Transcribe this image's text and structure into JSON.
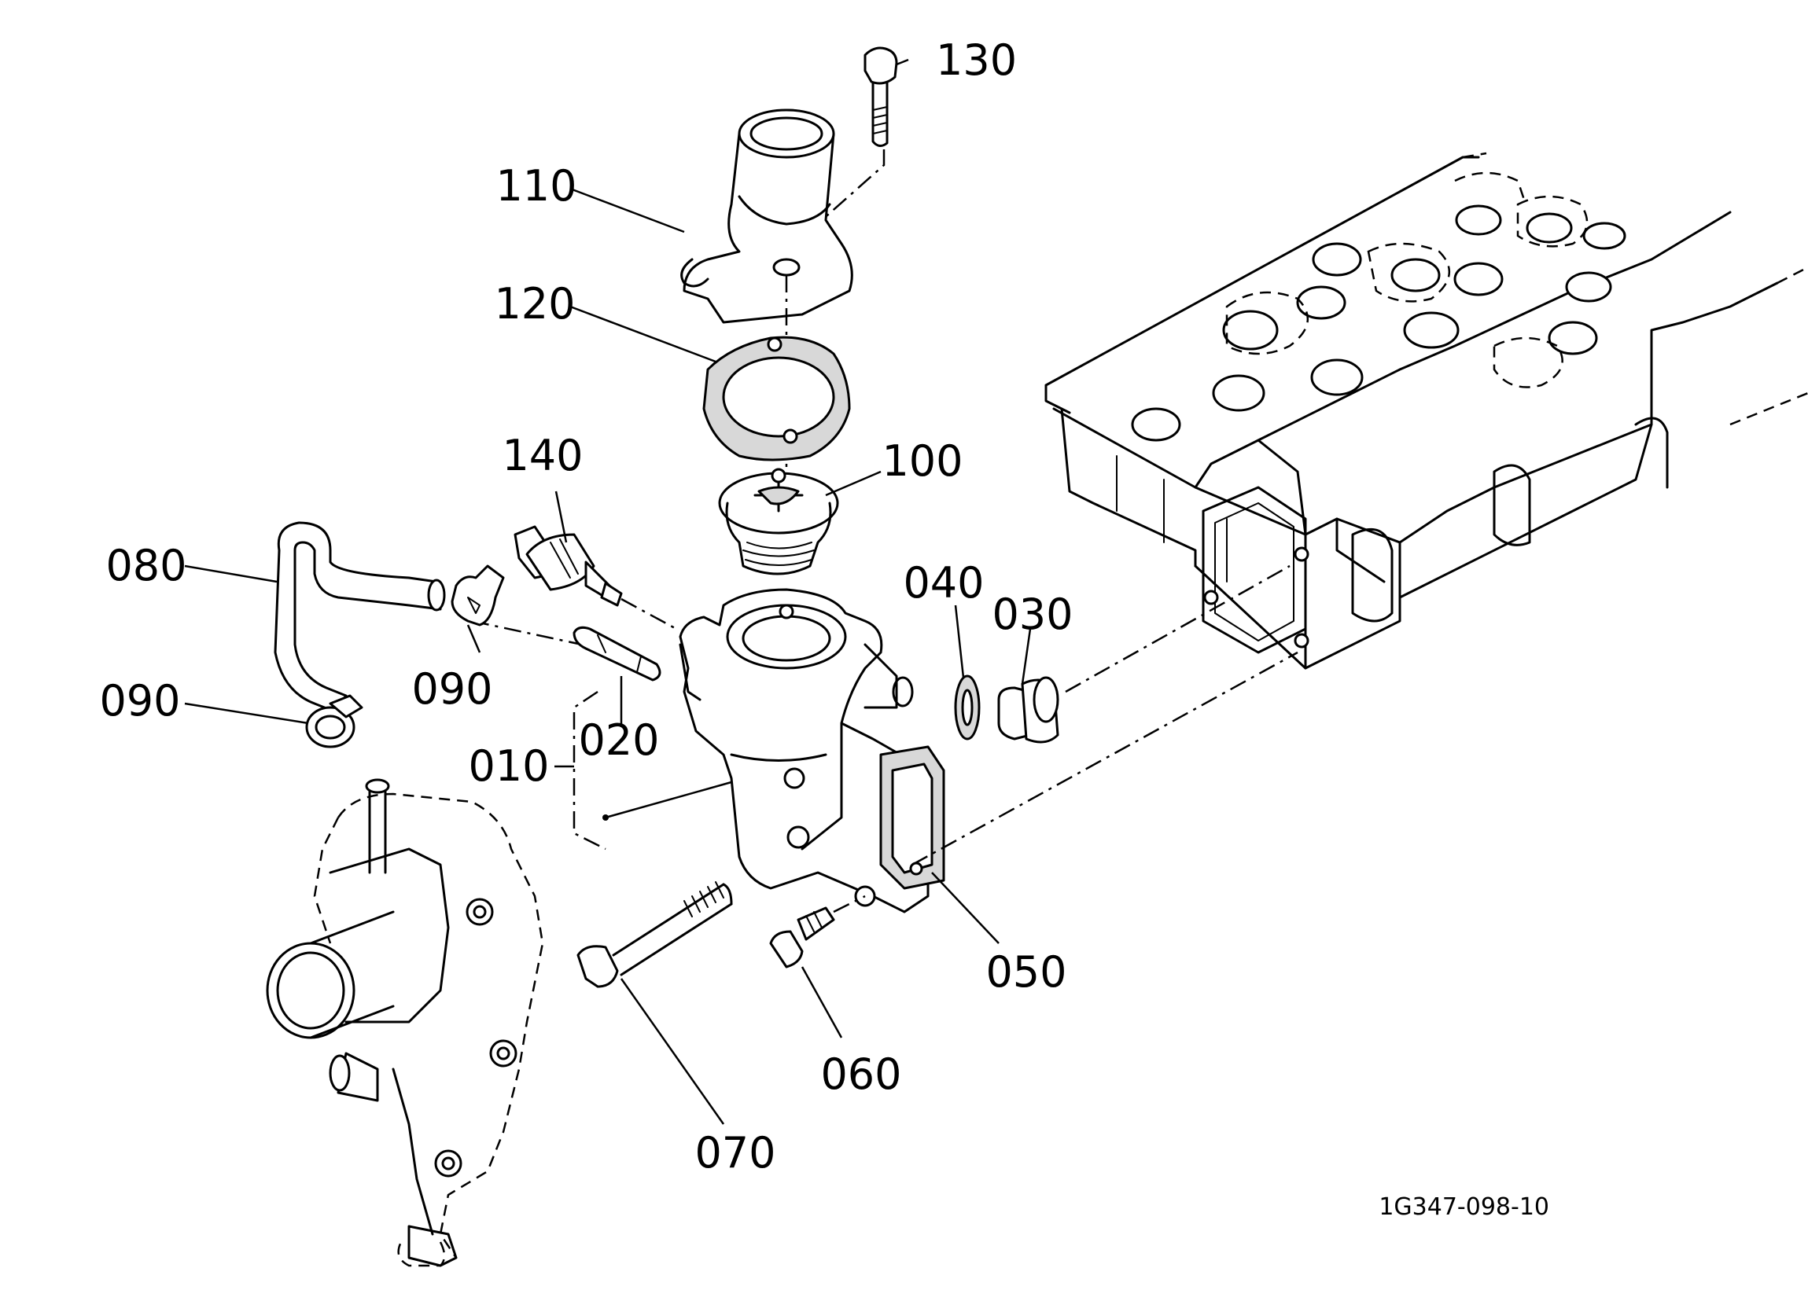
{
  "diagram": {
    "drawing_number": "1G347-098-10",
    "parts": [
      {
        "id": "p130",
        "label": "130",
        "icon": "bolt-icon"
      },
      {
        "id": "p110",
        "label": "110",
        "icon": "water-flange-icon"
      },
      {
        "id": "p120",
        "label": "120",
        "icon": "gasket-icon"
      },
      {
        "id": "p140",
        "label": "140",
        "icon": "temperature-sensor-icon"
      },
      {
        "id": "p100",
        "label": "100",
        "icon": "thermostat-icon"
      },
      {
        "id": "p080",
        "label": "080",
        "icon": "hose-icon"
      },
      {
        "id": "p040",
        "label": "040",
        "icon": "washer-icon"
      },
      {
        "id": "p030",
        "label": "030",
        "icon": "plug-icon"
      },
      {
        "id": "p090a",
        "label": "090",
        "icon": "hose-clamp-icon"
      },
      {
        "id": "p090b",
        "label": "090",
        "icon": "hose-clamp-icon"
      },
      {
        "id": "p020",
        "label": "020",
        "icon": "pipe-icon"
      },
      {
        "id": "p010",
        "label": "010",
        "icon": "thermostat-housing-icon"
      },
      {
        "id": "p050",
        "label": "050",
        "icon": "gasket-icon"
      },
      {
        "id": "p060",
        "label": "060",
        "icon": "plug-icon"
      },
      {
        "id": "p070",
        "label": "070",
        "icon": "stud-bolt-icon"
      }
    ]
  }
}
